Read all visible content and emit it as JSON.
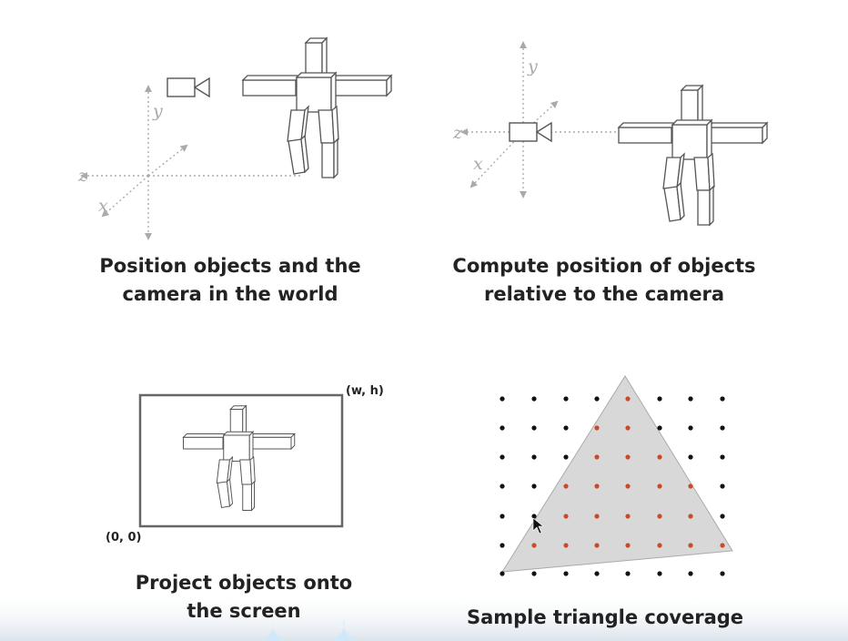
{
  "panels": {
    "world": {
      "caption_line1": "Position objects and the",
      "caption_line2": "camera in the world",
      "axes": {
        "x": "x",
        "y": "y",
        "z": "z"
      }
    },
    "camera": {
      "caption_line1": "Compute position of objects",
      "caption_line2": "relative to the camera",
      "axes": {
        "x": "x",
        "y": "y",
        "z": "z"
      }
    },
    "project": {
      "caption_line1": "Project objects onto",
      "caption_line2": "the screen",
      "top_right_label": "(w, h)",
      "bottom_left_label": "(0, 0)"
    },
    "sample": {
      "caption": "Sample triangle coverage"
    }
  },
  "colors": {
    "line": "#555555",
    "axis": "#aaaaaa",
    "triangle_fill": "#d8d8d8",
    "sample_inside": "#c84a28",
    "sample_outside": "#111111",
    "bottom_fade": "#dbe4ec",
    "drop_shape": "#cfe9fb"
  },
  "icons": [
    "video-camera-icon",
    "robot-figure",
    "mouse-cursor-icon"
  ]
}
